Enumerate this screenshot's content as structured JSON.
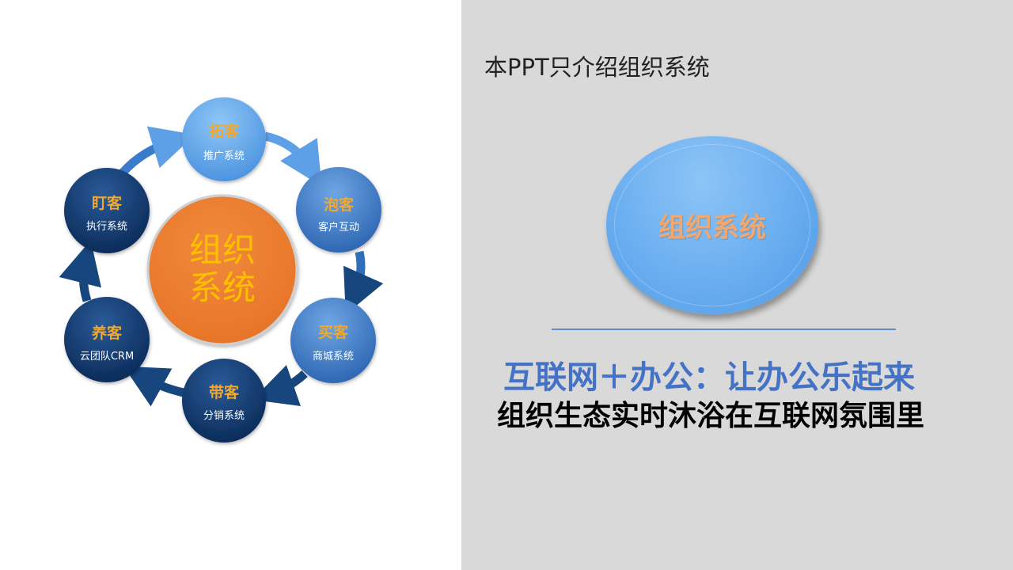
{
  "slide": {
    "title": "本PPT只介绍组织系统",
    "org_label": "组织系统",
    "slogan_line1": "互联网＋办公：让办公乐起来",
    "slogan_line2": "组织生态实时沐浴在互联网氛围里"
  },
  "diagram": {
    "center": {
      "line1": "组织",
      "line2": "系统",
      "color": "#ffc000",
      "fill": "#ed7d31"
    },
    "nodes": [
      {
        "title": "拓客",
        "subtitle": "推广系统"
      },
      {
        "title": "泡客",
        "subtitle": "客户互动"
      },
      {
        "title": "买客",
        "subtitle": "商城系统"
      },
      {
        "title": "带客",
        "subtitle": "分销系统"
      },
      {
        "title": "养客",
        "subtitle": "云团队CRM"
      },
      {
        "title": "盯客",
        "subtitle": "执行系统"
      }
    ],
    "colors": {
      "node_title": "#f0a830",
      "node_light": "#6aaef0",
      "node_dark": "#0d3466",
      "arrow": "#2f6fb7"
    }
  }
}
